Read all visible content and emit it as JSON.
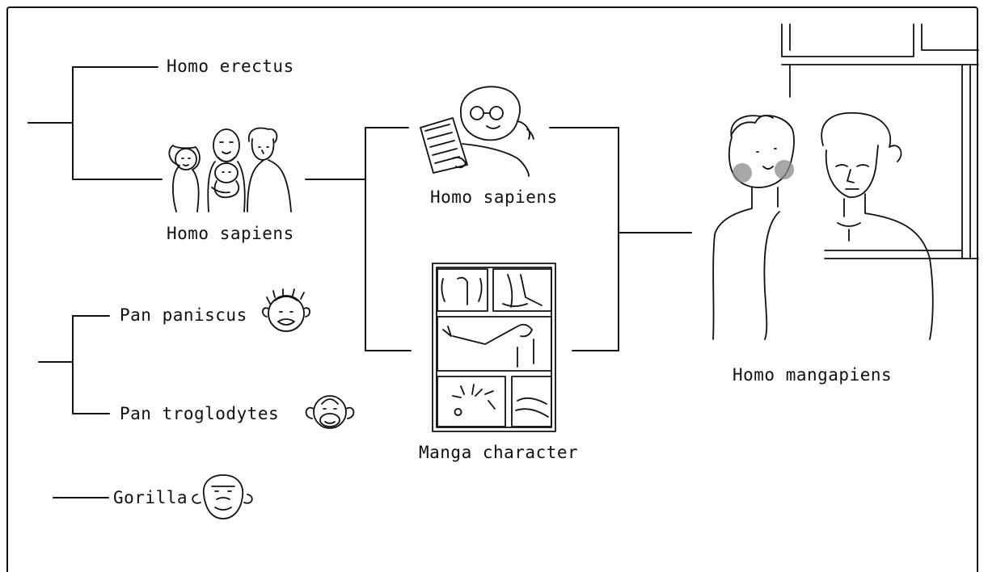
{
  "labels": {
    "homo_erectus": "Homo erectus",
    "homo_sapiens_family": "Homo sapiens",
    "homo_sapiens_reader": "Homo sapiens",
    "manga_character": "Manga character",
    "homo_mangapiens": "Homo mangapiens",
    "pan_paniscus": "Pan paniscus",
    "pan_troglodytes": "Pan troglodytes",
    "gorilla": "Gorilla"
  },
  "colors": {
    "ink": "#111111",
    "background": "#ffffff",
    "blush": "#8a8a8a"
  },
  "icons": [
    "family-drawing",
    "reader-drawing",
    "manga-page-drawing",
    "two-men-drawing",
    "bonobo-icon",
    "chimpanzee-icon",
    "gorilla-icon"
  ]
}
